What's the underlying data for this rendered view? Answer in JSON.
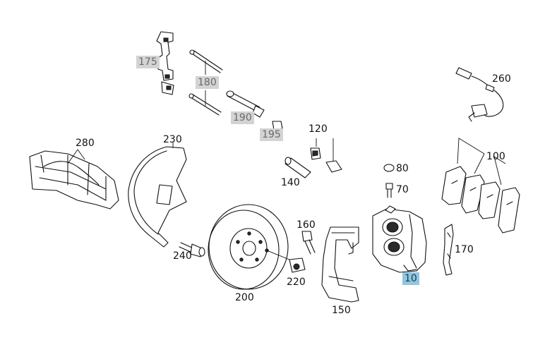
{
  "diagram": {
    "parts": [
      {
        "id": "175",
        "label": "175",
        "style": "boxed"
      },
      {
        "id": "180",
        "label": "180",
        "style": "boxed"
      },
      {
        "id": "190",
        "label": "190",
        "style": "boxed"
      },
      {
        "id": "195",
        "label": "195",
        "style": "boxed"
      },
      {
        "id": "120",
        "label": "120",
        "style": "plain"
      },
      {
        "id": "140",
        "label": "140",
        "style": "plain"
      },
      {
        "id": "260",
        "label": "260",
        "style": "plain"
      },
      {
        "id": "280",
        "label": "280",
        "style": "plain"
      },
      {
        "id": "230",
        "label": "230",
        "style": "plain"
      },
      {
        "id": "80",
        "label": "80",
        "style": "plain"
      },
      {
        "id": "70",
        "label": "70",
        "style": "plain"
      },
      {
        "id": "100",
        "label": "100",
        "style": "plain"
      },
      {
        "id": "160",
        "label": "160",
        "style": "plain"
      },
      {
        "id": "170",
        "label": "170",
        "style": "plain"
      },
      {
        "id": "240",
        "label": "240",
        "style": "plain"
      },
      {
        "id": "220",
        "label": "220",
        "style": "plain"
      },
      {
        "id": "200",
        "label": "200",
        "style": "plain"
      },
      {
        "id": "150",
        "label": "150",
        "style": "plain"
      },
      {
        "id": "10",
        "label": "10",
        "style": "highlighted"
      }
    ]
  }
}
